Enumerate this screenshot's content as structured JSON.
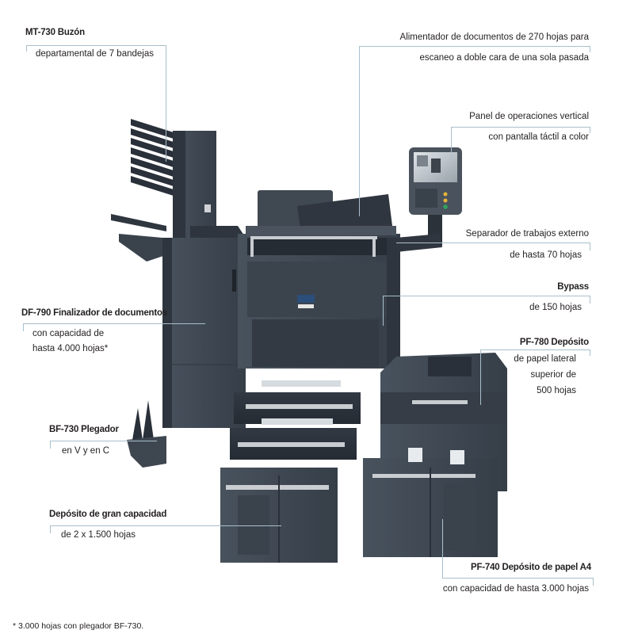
{
  "product": "Copiadora multifuncional con accesorios",
  "colors": {
    "machine_body": "#3f4852",
    "machine_dark": "#2a3039",
    "machine_light": "#5b6570",
    "leader_line": "#a9bfcc",
    "text": "#231f20",
    "background": "#ffffff",
    "handle": "#c9cdd1"
  },
  "callouts": {
    "mailbox": {
      "title": "MT-730 Buzón",
      "subtitle": "departamental de 7 bandejas"
    },
    "document_feeder": {
      "title": "Alimentador de documentos de 270 hojas para",
      "subtitle": "escaneo a doble cara de una sola pasada"
    },
    "operation_panel": {
      "title": "Panel de operaciones vertical",
      "subtitle": "con pantalla táctil a color"
    },
    "job_separator": {
      "title": "Separador de trabajos externo",
      "subtitle": "de hasta 70 hojas"
    },
    "bypass": {
      "title": "Bypass",
      "subtitle": "de 150 hojas"
    },
    "side_deck": {
      "title": "PF-780 Depósito",
      "lines": [
        "de papel lateral",
        "superior de",
        "500 hojas"
      ]
    },
    "finisher": {
      "title": "DF-790 Finalizador de documentos",
      "lines": [
        "con capacidad de",
        "hasta 4.000 hojas*"
      ]
    },
    "folder": {
      "title": "BF-730 Plegador",
      "subtitle": "en V y en C"
    },
    "large_capacity": {
      "title": "Depósito de gran capacidad",
      "subtitle": "de 2 x 1.500 hojas"
    },
    "a4_deck": {
      "title": "PF-740 Depósito de papel A4",
      "subtitle": "con capacidad de hasta 3.000 hojas"
    }
  },
  "footnote": "* 3.000 hojas con plegador BF-730."
}
